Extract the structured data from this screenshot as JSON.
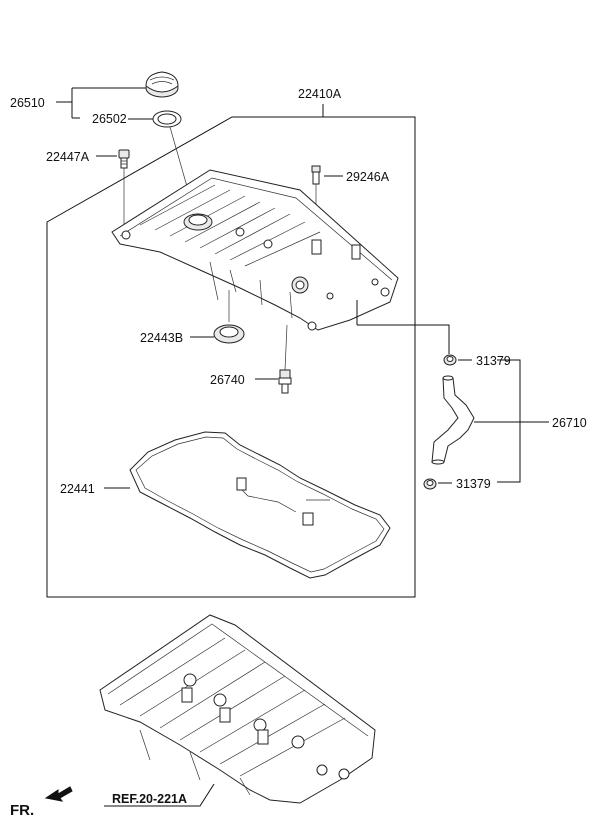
{
  "labels": {
    "p26510": "26510",
    "p26502": "26502",
    "p22410A": "22410A",
    "p22447A": "22447A",
    "p29246A": "29246A",
    "p22443B": "22443B",
    "p26740": "26740",
    "p31379_top": "31379",
    "p26710": "26710",
    "p31379_bottom": "31379",
    "p22441": "22441",
    "ref": "REF.20-221A",
    "fr": "FR."
  },
  "icons": {
    "front-arrow": "front-arrow-icon"
  }
}
